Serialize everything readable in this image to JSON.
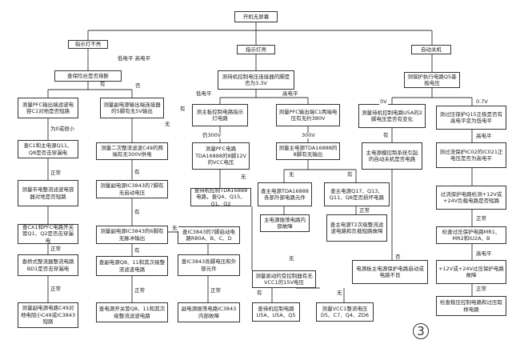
{
  "nodes": {
    "root": "开机无屏幕",
    "n_a1": "指示灯不亮",
    "n_b1": "指示灯亮",
    "n_c1": "自动关机",
    "n_a2": "查保险丝是否熔断",
    "n_a3l": "测量PFC输出端滤波电容C1对地是否短路",
    "n_a3r": "测量副电源输出端连接器的5脚有无5V输出",
    "n_a4l": "查C1和主电源Q11、Q8是否击穿漏电",
    "n_a5l": "测量市电整流滤波电容器对地是否短路",
    "n_a6l": "查CX1和PFC电路开关管Q1、Q2是否击穿漏电",
    "n_a7l": "查桥式整流器整流电路BD1是否击穿漏电",
    "n_a8l": "测量副电源电路C49对地电阻小C49或IC3843短路",
    "n_a4m": "测量二次整流滤波C49的两端有无300V供电",
    "n_a5m": "测量副电源IC3843的7脚有无启动电压",
    "n_a6m": "测量副电源IC3843的6脚有无脉冲输出",
    "n_a7m": "查副电源Q8、11和其次级整流滤波电路",
    "n_a8m": "查电源开关管Q8、11和其次级整流滤波电路",
    "n_a6c": "查IC3843的7脚启动电路R80A、B、C、D",
    "n_a7c": "查IC3843各脚电压和外部元件",
    "n_a8c": "副电源振荡电路IC3843内部故障",
    "n_b2": "测待机控制电压连接器的脚是否为3.3V",
    "n_b3l": "测主板控制电路指示灯电路",
    "n_b3r": "测量PFC输出端C1两端电压有无约380V",
    "n_b4l": "测量PFC电路TDA16888的8脚12V的VCC电压",
    "n_b5l": "查待机控制TDA16888电路，查Q4、Q15、Q1、Q2",
    "n_b4r": "测量主电源TDA16888的8脚有无输出",
    "n_b5m": "查主电源TDA16888各部外部电路元件",
    "n_b5r": "查主电源Q17、Q13、Q11、Q8是否损坏电路",
    "n_b6m": "主电源振荡电路内部故障",
    "n_b6r": "查主电源T2次级整流滤波电路和负载短路故障",
    "n_b7": "测量驱动的受控制器有无VCC1的15V电压",
    "n_b8l": "查待机控制电路U5A、U5A、Q5",
    "n_b8r": "测量VCC1整流电压D5、C7、Q4、ZD6",
    "n_c2": "测保护执行电路Q5基极电压",
    "n_c3l": "测量待机控制电路U5A的2脚电压是否有变化",
    "n_c3r": "测过压保护Q15正极是否有高电平变为低电平",
    "n_c4l": "主电源模控制系统引起的自动关机是否电路",
    "n_c5l": "电源板主电源保护电路启动或电路不良",
    "n_c4r": "测过流保护IC02的IC021正电压是否为高电平",
    "n_c5r": "过流保护电路检测+12V或+24V负载电路是否短路",
    "n_c6r": "检查过压保护电路MR1、MR2和IU2A、B",
    "n_c7r": "+12V或+24V过压保护电路故障",
    "n_c8r": "检查稳压控制电路和过压取样电路"
  },
  "labels": {
    "low_high_1": "低电平  高电平",
    "low_high_2": "低电平",
    "high_1": "高电平",
    "ov_0": "0V",
    "ov_07": "0.7V",
    "zero_or_low": "为0或很小",
    "normal": "正常",
    "yes": "有",
    "no": "无",
    "no_300": "仍300V",
    "v300": "300V",
    "no_change": "否",
    "high_2": "高电平"
  },
  "page_number": "3"
}
